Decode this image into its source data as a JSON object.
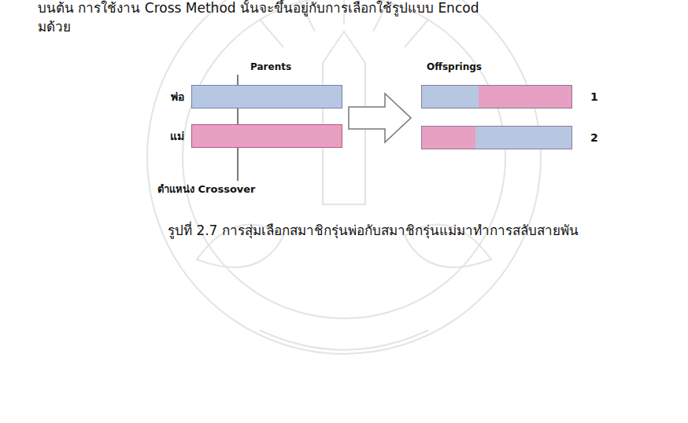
{
  "diagram": {
    "caption": "รูปที่ 2.7 การสุ่มเลือกสมาชิกรุ่นพ่อกับสมาชิกรุ่นแม่มาทำการสลับสายพัน",
    "nodes": [
      {
        "text": [
          "พ่อ"
        ]
      },
      {
        "text": [
          "แม่"
        ]
      },
      {
        "text": [
          "1"
        ]
      },
      {
        "text": [
          "2"
        ]
      }
    ],
    "labels": [
      "บนต้น การใช้งาน Cross Method นั้นจะขึ้นอยู่กับการเลือกใช้รูปแบบ Encod",
      "มด้วย",
      "Parents",
      "Offsprings",
      "ตำแหน่ง Crossover"
    ]
  }
}
